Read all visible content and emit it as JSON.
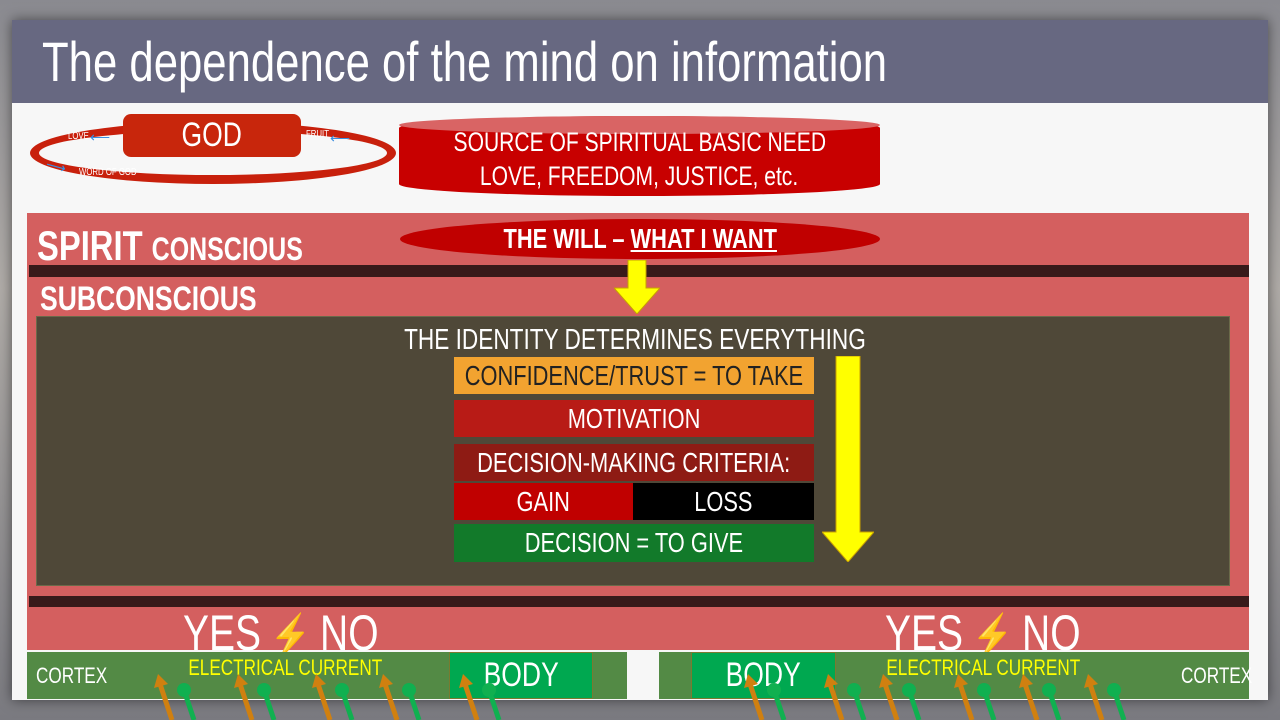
{
  "title": "The dependence of the mind on information",
  "god_cycle": {
    "god": "GOD",
    "love": "LOVE",
    "fruit": "FRUIT",
    "word": "WORD OF GOD"
  },
  "source": {
    "line1": "SOURCE OF SPIRITUAL BASIC NEED",
    "line2": "LOVE, FREEDOM, JUSTICE, etc."
  },
  "spirit": {
    "label": "SPIRIT",
    "conscious": "CONSCIOUS"
  },
  "will": {
    "prefix": "THE WILL – ",
    "emphasis": "WHAT I WANT"
  },
  "subconscious": "SUBCONSCIOUS",
  "identity": {
    "heading": "THE IDENTITY DETERMINES EVERYTHING",
    "confidence": "CONFIDENCE/TRUST = TO TAKE",
    "motivation": "MOTIVATION",
    "criteria": "DECISION-MAKING CRITERIA:",
    "gain": "GAIN",
    "loss": "LOSS",
    "decision": "DECISION = TO GIVE"
  },
  "yes_no": {
    "yes": "YES",
    "no": "NO"
  },
  "bottom": {
    "cortex": "CORTEX",
    "current": "ELECTRICAL CURRENT",
    "body": "BODY"
  },
  "colors": {
    "title_bar": "#676881",
    "spirit_band": "#d45f5f",
    "subconscious_box": "#4f4838",
    "green_bar": "#538a45",
    "body": "#00a850",
    "yellow": "#ffff00"
  }
}
